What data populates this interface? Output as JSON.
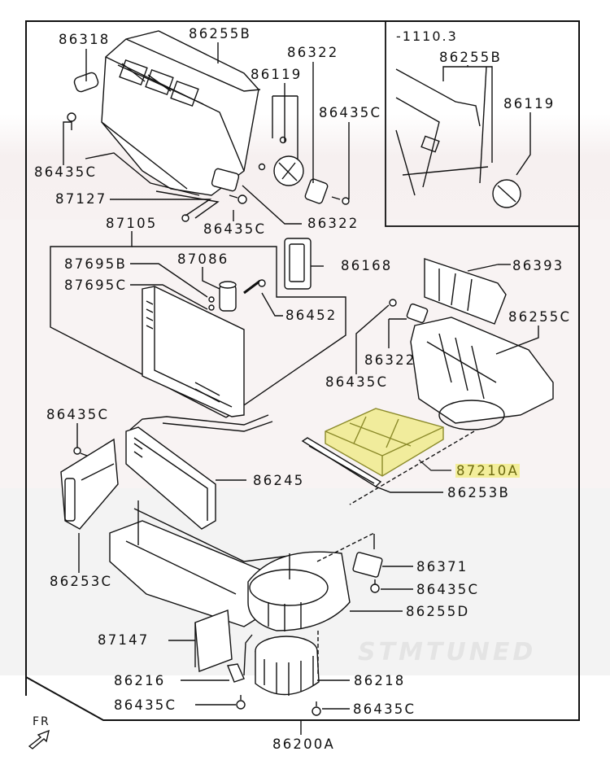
{
  "diagram": {
    "title": "Heater / A/C Unit Parts Diagram",
    "highlight_color": "#f3ee9a",
    "highlight_text_color": "#6d6a10",
    "watermark": "STMTUNED",
    "inset_version": "-1110.3",
    "front_indicator": "FR",
    "labels": {
      "p86318": "86318",
      "p86255B": "86255B",
      "p86322_top": "86322",
      "p86119": "86119",
      "p86435C_top_right": "86435C",
      "p86435C_left": "86435C",
      "p87127": "87127",
      "p86435C_mid": "86435C",
      "p86322_mid": "86322",
      "inset_86255B": "86255B",
      "inset_86119": "86119",
      "p87105": "87105",
      "p87695B": "87695B",
      "p87086": "87086",
      "p87695C": "87695C",
      "p86168": "86168",
      "p86452": "86452",
      "p86393": "86393",
      "p86255C": "86255C",
      "p86322_right": "86322",
      "p86435C_right": "86435C",
      "p86435C_lower_left": "86435C",
      "p86245": "86245",
      "p87210A": "87210A",
      "p86253B": "86253B",
      "p86253C": "86253C",
      "p86371": "86371",
      "p86435C_resistor": "86435C",
      "p86255D": "86255D",
      "p87147": "87147",
      "p86216": "86216",
      "p86218": "86218",
      "p86435C_bottom_left": "86435C",
      "p86435C_bottom_right": "86435C",
      "p86200A": "86200A"
    }
  }
}
